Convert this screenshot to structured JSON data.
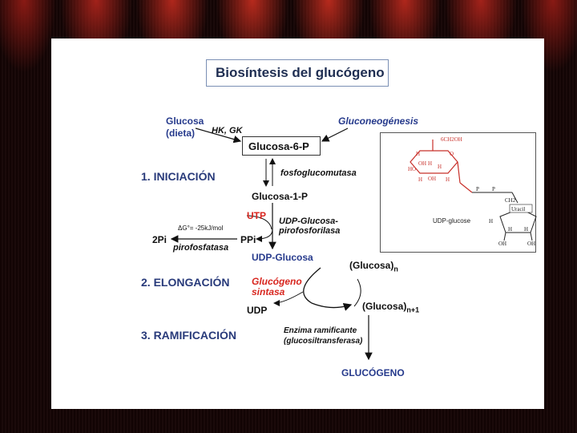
{
  "title": "Biosíntesis del glucógeno",
  "stages": {
    "iniciacion": "1. INICIACIÓN",
    "elongacion": "2. ELONGACIÓN",
    "ramificacion": "3. RAMIFICACIÓN"
  },
  "nodes": {
    "glucosa": "Glucosa",
    "dieta": "(dieta)",
    "hk_gk": "HK, GK",
    "gluconeogenesis": "Gluconeogénesis",
    "glucosa_6p": "Glucosa-6-P",
    "fosfoglucomutasa": "fosfoglucomutasa",
    "glucosa_1p": "Glucosa-1-P",
    "utp": "UTP",
    "udp_glucosa_pirofosforilasa_1": "UDP-Glucosa-",
    "udp_glucosa_pirofosforilasa_2": "pirofosforilasa",
    "delta_g": "ΔG°= -25kJ/mol",
    "two_pi": "2Pi",
    "ppi": "PPi",
    "pirofosfatasa": "pirofosfatasa",
    "udp_glucosa": "UDP-Glucosa",
    "glucosa_n": "(Glucosa)",
    "n_sub": "n",
    "glucogeno_sintasa_1": "Glucógeno",
    "glucogeno_sintasa_2": "sintasa",
    "udp": "UDP",
    "glucosa_n1": "(Glucosa)",
    "n1_sub": "n+1",
    "enzima_ramificante": "Enzima ramificante",
    "glucosiltransferasa": "(glucosiltransferasa)",
    "glucogeno": "GLUCÓGENO"
  },
  "structure": {
    "ch2oh": "6CH2OH",
    "h_labels": [
      "H",
      "H",
      "H",
      "H",
      "H",
      "H",
      "H",
      "H"
    ],
    "oh_labels": [
      "OH",
      "HO",
      "OH",
      "OH",
      "OH"
    ],
    "o": "O",
    "p": "P",
    "ch2": "CH2",
    "uracil": "Uracil",
    "name": "UDP-glucose"
  },
  "colors": {
    "stage": "#283a7a",
    "utp_red": "#d8261f",
    "udp_glucose_blue": "#263a8c",
    "structure_red": "#c8302a"
  }
}
